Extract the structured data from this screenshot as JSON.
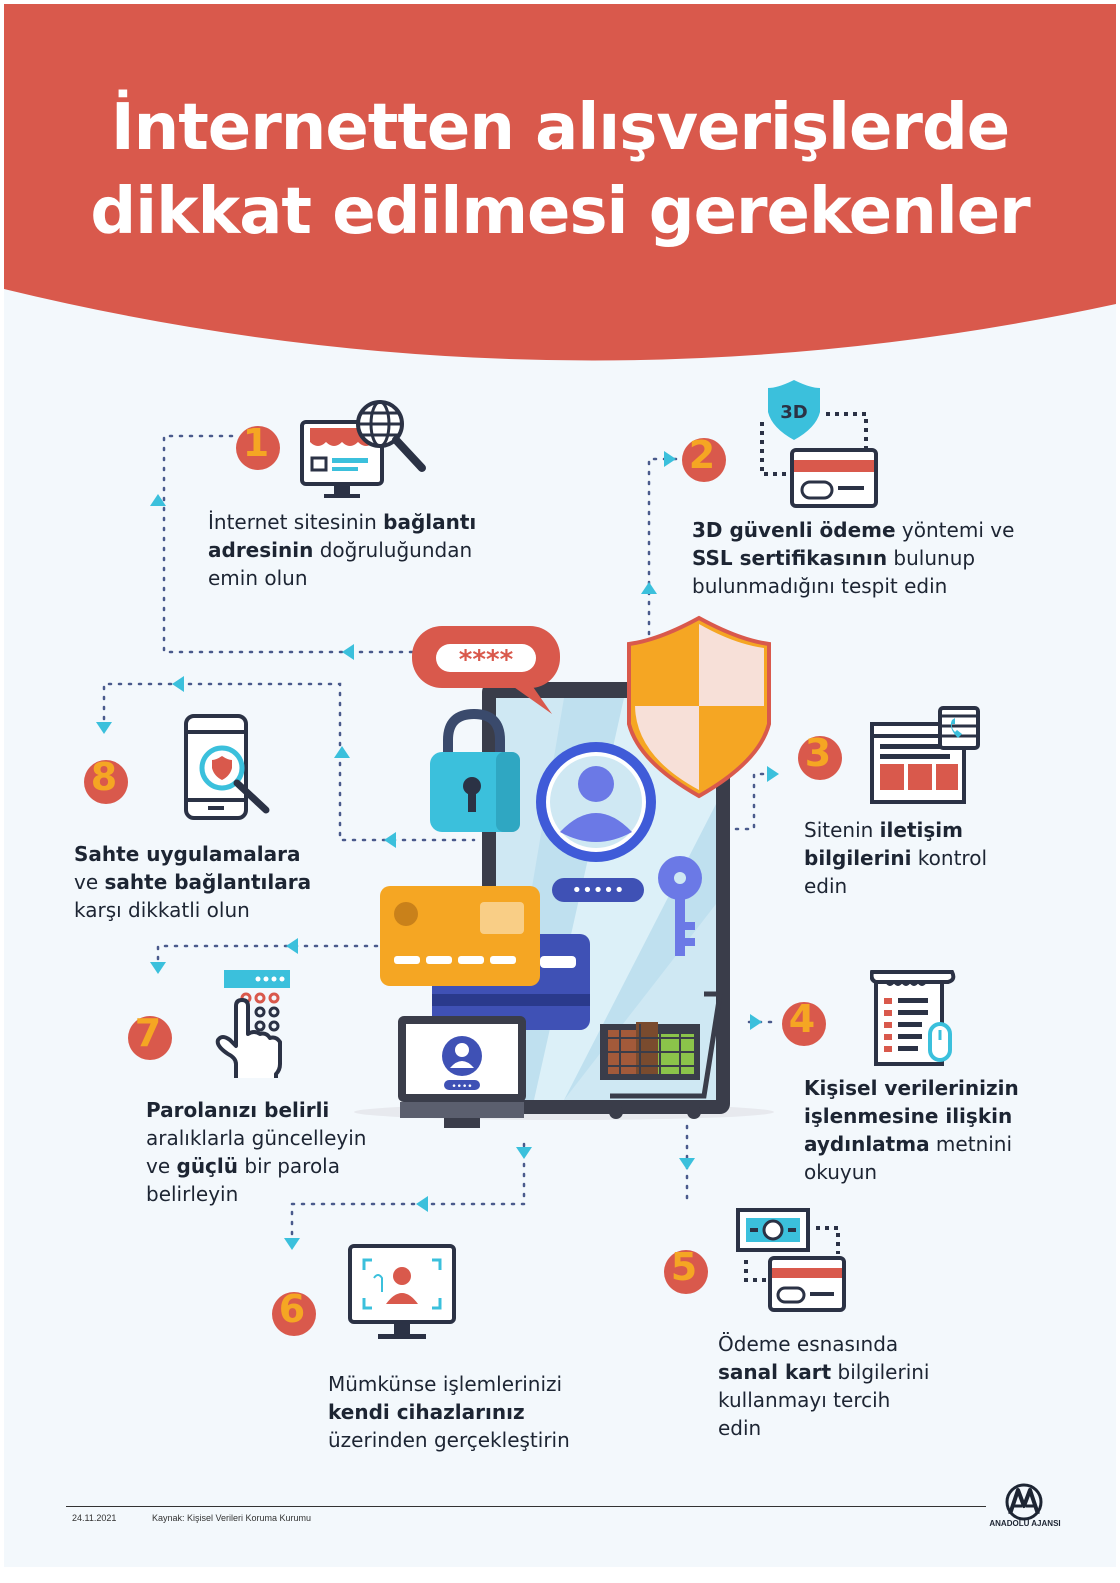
{
  "title": {
    "line1": "İnternetten alışverişlerde",
    "line2": "dikkat edilmesi gerekenler"
  },
  "colors": {
    "header": "#d9594c",
    "background": "#f3f8fc",
    "accent_blue": "#3bc0dc",
    "accent_orange": "#f5a623",
    "dark": "#1d2533"
  },
  "steps": [
    {
      "number": "1",
      "icon": "globe-magnifier-icon",
      "lines": [
        [
          {
            "t": "İnternet sitesinin ",
            "b": false
          },
          {
            "t": "bağlantı",
            "b": true
          }
        ],
        [
          {
            "t": "adresinin",
            "b": true
          },
          {
            "t": " doğruluğundan",
            "b": false
          }
        ],
        [
          {
            "t": "emin olun",
            "b": false
          }
        ]
      ]
    },
    {
      "number": "2",
      "icon": "3d-secure-card-icon",
      "badge": "3D",
      "lines": [
        [
          {
            "t": "3D güvenli ödeme",
            "b": true
          },
          {
            "t": " yöntemi ve",
            "b": false
          }
        ],
        [
          {
            "t": "SSL sertifikasının",
            "b": true
          },
          {
            "t": " bulunup",
            "b": false
          }
        ],
        [
          {
            "t": "bulunmadığını tespit edin",
            "b": false
          }
        ]
      ]
    },
    {
      "number": "3",
      "icon": "contact-page-icon",
      "lines": [
        [
          {
            "t": "Sitenin ",
            "b": false
          },
          {
            "t": "iletişim",
            "b": true
          }
        ],
        [
          {
            "t": "bilgilerini",
            "b": true
          },
          {
            "t": " kontrol",
            "b": false
          }
        ],
        [
          {
            "t": "edin",
            "b": false
          }
        ]
      ]
    },
    {
      "number": "4",
      "icon": "receipt-document-icon",
      "lines": [
        [
          {
            "t": "Kişisel verilerinizin",
            "b": true
          }
        ],
        [
          {
            "t": "işlenmesine ilişkin",
            "b": true
          }
        ],
        [
          {
            "t": "aydınlatma",
            "b": true
          },
          {
            "t": " metnini",
            "b": false
          }
        ],
        [
          {
            "t": "okuyun",
            "b": false
          }
        ]
      ]
    },
    {
      "number": "5",
      "icon": "virtual-card-icon",
      "lines": [
        [
          {
            "t": "Ödeme esnasında",
            "b": false
          }
        ],
        [
          {
            "t": "sanal kart",
            "b": true
          },
          {
            "t": " bilgilerini",
            "b": false
          }
        ],
        [
          {
            "t": "kullanmayı tercih",
            "b": false
          }
        ],
        [
          {
            "t": "edin",
            "b": false
          }
        ]
      ]
    },
    {
      "number": "6",
      "icon": "monitor-user-icon",
      "lines": [
        [
          {
            "t": "Mümkünse işlemlerinizi",
            "b": false
          }
        ],
        [
          {
            "t": "kendi cihazlarınız",
            "b": true
          }
        ],
        [
          {
            "t": "üzerinden gerçekleştirin",
            "b": false
          }
        ]
      ]
    },
    {
      "number": "7",
      "icon": "keypad-hand-icon",
      "lines": [
        [
          {
            "t": "Parolanızı belirli",
            "b": true
          }
        ],
        [
          {
            "t": "aralıklarla güncelleyin",
            "b": false
          }
        ],
        [
          {
            "t": "ve ",
            "b": false
          },
          {
            "t": "güçlü",
            "b": true
          },
          {
            "t": " bir parola",
            "b": false
          }
        ],
        [
          {
            "t": "belirleyin",
            "b": false
          }
        ]
      ]
    },
    {
      "number": "8",
      "icon": "phone-shield-search-icon",
      "lines": [
        [
          {
            "t": "Sahte uygulamalara",
            "b": true
          }
        ],
        [
          {
            "t": "ve ",
            "b": false
          },
          {
            "t": "sahte bağlantılara",
            "b": true
          }
        ],
        [
          {
            "t": "karşı dikkatli olun",
            "b": false
          }
        ]
      ]
    }
  ],
  "center": {
    "password_bubble": "****",
    "password_field": "•••••",
    "laptop_field": "••••"
  },
  "footer": {
    "date": "24.11.2021",
    "source": "Kaynak: Kişisel Verileri Koruma Kurumu",
    "logo_text": "ANADOLU AJANSI"
  }
}
